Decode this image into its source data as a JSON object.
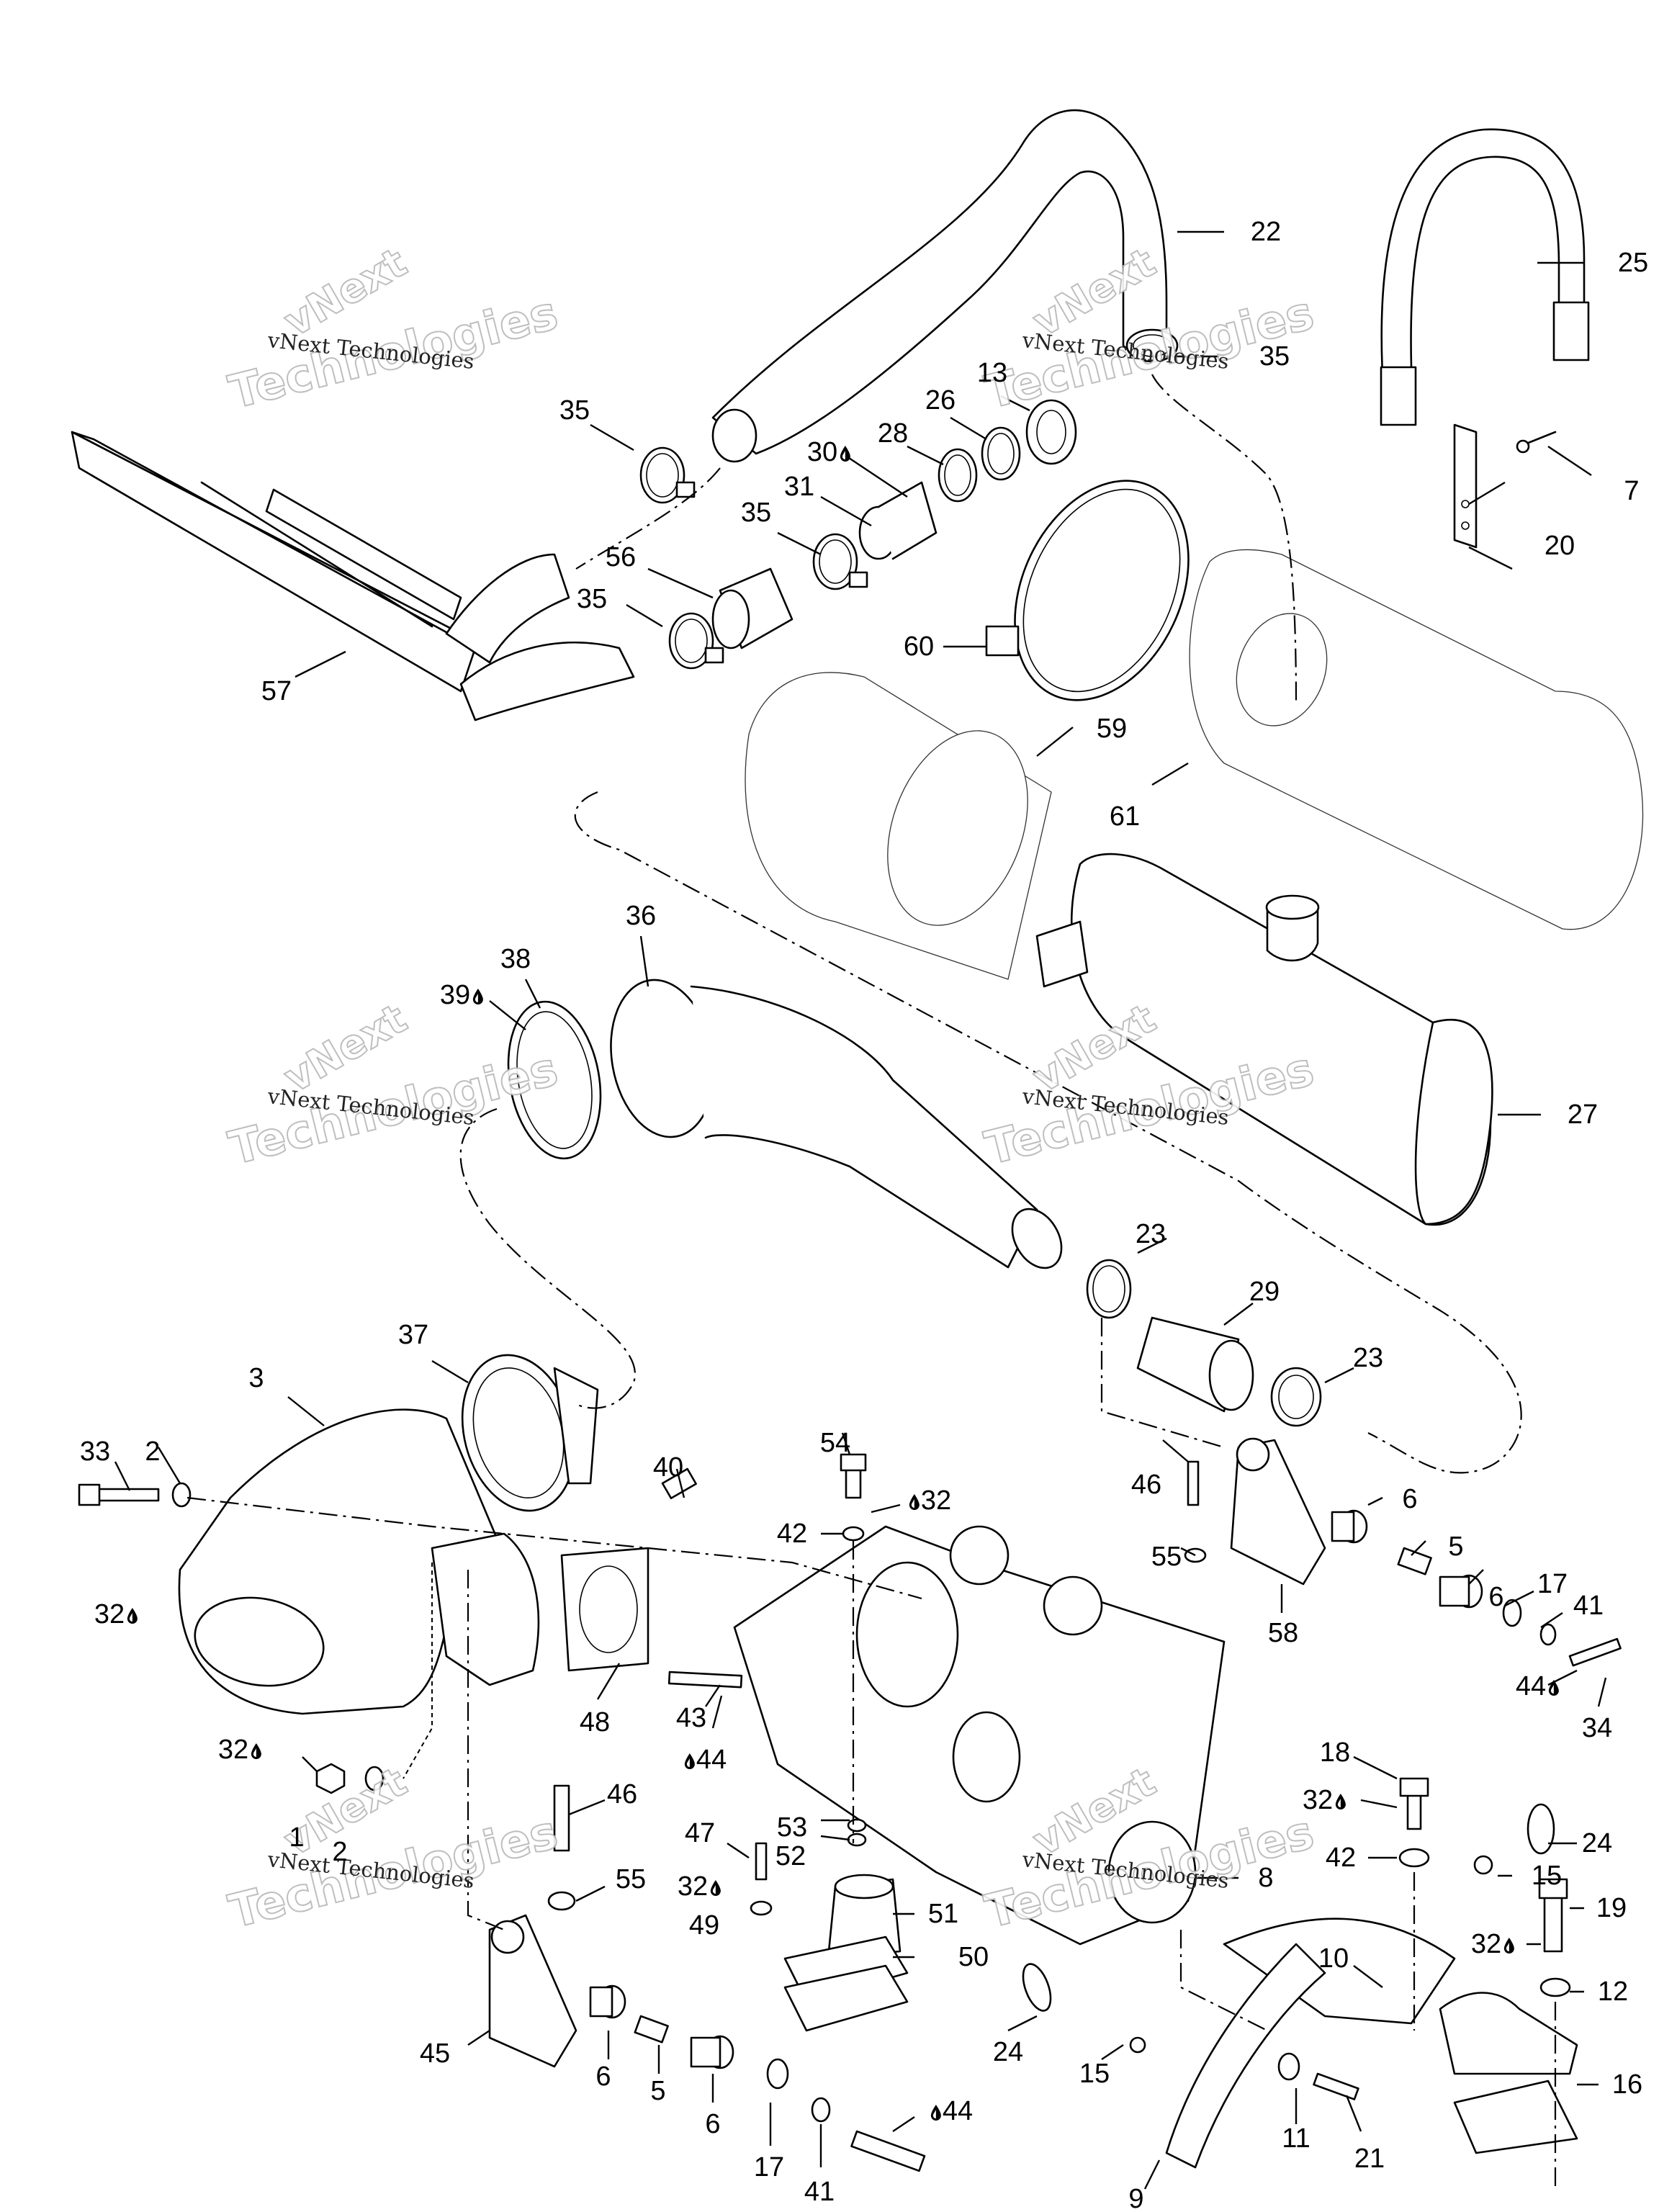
{
  "diagram": {
    "title": "Exhaust system exploded parts diagram",
    "accent_color": "#000000",
    "background_color": "#ffffff",
    "sealant_icon": "drop-icon"
  },
  "watermarks": [
    {
      "line1": "vNext",
      "line2": "Technologies",
      "caption": "vNext Technologies"
    },
    {
      "line1": "vNext",
      "line2": "Technologies",
      "caption": "vNext Technologies"
    },
    {
      "line1": "vNext",
      "line2": "Technologies",
      "caption": "vNext Technologies"
    },
    {
      "line1": "vNext",
      "line2": "Technologies",
      "caption": "vNext Technologies"
    },
    {
      "line1": "vNext",
      "line2": "Technologies",
      "caption": "vNext Technologies"
    },
    {
      "line1": "vNext",
      "line2": "Technologies",
      "caption": "vNext Technologies"
    }
  ],
  "callouts": [
    {
      "id": "c22",
      "label": "22",
      "part": "Exhaust hose (upper bend)",
      "sealant": false
    },
    {
      "id": "c25",
      "label": "25",
      "part": "Retaining strap",
      "sealant": false
    },
    {
      "id": "c35a",
      "label": "35",
      "part": "Hose clamp",
      "sealant": false
    },
    {
      "id": "c13",
      "label": "13",
      "part": "Nut",
      "sealant": false
    },
    {
      "id": "c26",
      "label": "26",
      "part": "Gasket ring",
      "sealant": false
    },
    {
      "id": "c28",
      "label": "28",
      "part": "O-ring",
      "sealant": false
    },
    {
      "id": "c30",
      "label": "30",
      "part": "Sealant point",
      "sealant": true
    },
    {
      "id": "c31",
      "label": "31",
      "part": "Outlet fitting",
      "sealant": false
    },
    {
      "id": "c35b",
      "label": "35",
      "part": "Hose clamp",
      "sealant": false
    },
    {
      "id": "c35c",
      "label": "35",
      "part": "Hose clamp",
      "sealant": false
    },
    {
      "id": "c35d",
      "label": "35",
      "part": "Hose clamp",
      "sealant": false
    },
    {
      "id": "c56",
      "label": "56",
      "part": "Coupler hose",
      "sealant": false
    },
    {
      "id": "c57",
      "label": "57",
      "part": "Tail pipe assembly",
      "sealant": false
    },
    {
      "id": "c7",
      "label": "7",
      "part": "Rivet",
      "sealant": false
    },
    {
      "id": "c20",
      "label": "20",
      "part": "Strap bracket",
      "sealant": false
    },
    {
      "id": "c60",
      "label": "60",
      "part": "Large clamp",
      "sealant": false
    },
    {
      "id": "c59",
      "label": "59",
      "part": "Heat shield",
      "sealant": false
    },
    {
      "id": "c61",
      "label": "61",
      "part": "Resonator cover",
      "sealant": false
    },
    {
      "id": "c27",
      "label": "27",
      "part": "Muffler",
      "sealant": false
    },
    {
      "id": "c36",
      "label": "36",
      "part": "Exhaust pipe",
      "sealant": false
    },
    {
      "id": "c38",
      "label": "38",
      "part": "Gasket",
      "sealant": false
    },
    {
      "id": "c39",
      "label": "39",
      "part": "Sealant point",
      "sealant": true
    },
    {
      "id": "c23a",
      "label": "23",
      "part": "Hose clamp",
      "sealant": false
    },
    {
      "id": "c29",
      "label": "29",
      "part": "Sleeve hose",
      "sealant": false
    },
    {
      "id": "c23b",
      "label": "23",
      "part": "Hose clamp",
      "sealant": false
    },
    {
      "id": "c37",
      "label": "37",
      "part": "V-band clamp",
      "sealant": false
    },
    {
      "id": "c3",
      "label": "3",
      "part": "Exhaust manifold",
      "sealant": false
    },
    {
      "id": "c33",
      "label": "33",
      "part": "Socket screw",
      "sealant": false
    },
    {
      "id": "c2a",
      "label": "2",
      "part": "Washer",
      "sealant": false
    },
    {
      "id": "c32a",
      "label": "32",
      "part": "Sealant point",
      "sealant": true
    },
    {
      "id": "c40",
      "label": "40",
      "part": "Spacer",
      "sealant": false
    },
    {
      "id": "c54",
      "label": "54",
      "part": "Bolt",
      "sealant": false
    },
    {
      "id": "c32b",
      "label": "32",
      "part": "Sealant point",
      "sealant": true
    },
    {
      "id": "c42a",
      "label": "42",
      "part": "Washer",
      "sealant": false
    },
    {
      "id": "c46a",
      "label": "46",
      "part": "Socket screw",
      "sealant": false
    },
    {
      "id": "c6a",
      "label": "6",
      "part": "Bushing",
      "sealant": false
    },
    {
      "id": "c5a",
      "label": "5",
      "part": "Sleeve",
      "sealant": false
    },
    {
      "id": "c6b",
      "label": "6",
      "part": "Bushing",
      "sealant": false
    },
    {
      "id": "c55a",
      "label": "55",
      "part": "Washer",
      "sealant": false
    },
    {
      "id": "c17a",
      "label": "17",
      "part": "Flat washer",
      "sealant": false
    },
    {
      "id": "c41a",
      "label": "41",
      "part": "Lock washer",
      "sealant": false
    },
    {
      "id": "c58",
      "label": "58",
      "part": "Engine support (rear)",
      "sealant": false
    },
    {
      "id": "c44a",
      "label": "44",
      "part": "Sealant point",
      "sealant": true
    },
    {
      "id": "c34",
      "label": "34",
      "part": "Screw",
      "sealant": false
    },
    {
      "id": "c48",
      "label": "48",
      "part": "Manifold gasket",
      "sealant": false
    },
    {
      "id": "c43",
      "label": "43",
      "part": "Stud",
      "sealant": false
    },
    {
      "id": "c44b",
      "label": "44",
      "part": "Sealant point",
      "sealant": true
    },
    {
      "id": "c32c",
      "label": "32",
      "part": "Sealant point",
      "sealant": true
    },
    {
      "id": "c1",
      "label": "1",
      "part": "Nut",
      "sealant": false
    },
    {
      "id": "c2b",
      "label": "2",
      "part": "Washer",
      "sealant": false
    },
    {
      "id": "c46b",
      "label": "46",
      "part": "Socket screw",
      "sealant": false
    },
    {
      "id": "c55b",
      "label": "55",
      "part": "Washer",
      "sealant": false
    },
    {
      "id": "c47",
      "label": "47",
      "part": "Bolt",
      "sealant": false
    },
    {
      "id": "c53",
      "label": "53",
      "part": "Washer",
      "sealant": false
    },
    {
      "id": "c52",
      "label": "52",
      "part": "Lock washer",
      "sealant": false
    },
    {
      "id": "c32d",
      "label": "32",
      "part": "Sealant point",
      "sealant": true
    },
    {
      "id": "c49",
      "label": "49",
      "part": "Washer",
      "sealant": false
    },
    {
      "id": "c51",
      "label": "51",
      "part": "Engine mount",
      "sealant": false
    },
    {
      "id": "c50",
      "label": "50",
      "part": "Shim set",
      "sealant": false
    },
    {
      "id": "c8",
      "label": "8",
      "part": "Engine",
      "sealant": false
    },
    {
      "id": "c18",
      "label": "18",
      "part": "Bolt",
      "sealant": false
    },
    {
      "id": "c32e",
      "label": "32",
      "part": "Sealant point",
      "sealant": true
    },
    {
      "id": "c42b",
      "label": "42",
      "part": "Washer",
      "sealant": false
    },
    {
      "id": "c24a",
      "label": "24",
      "part": "Cable tie",
      "sealant": false
    },
    {
      "id": "c15a",
      "label": "15",
      "part": "Tapping screw",
      "sealant": false
    },
    {
      "id": "c19",
      "label": "19",
      "part": "Bolt",
      "sealant": false
    },
    {
      "id": "c32f",
      "label": "32",
      "part": "Sealant point",
      "sealant": true
    },
    {
      "id": "c12",
      "label": "12",
      "part": "Washer",
      "sealant": false
    },
    {
      "id": "c10",
      "label": "10",
      "part": "Mount pad",
      "sealant": false
    },
    {
      "id": "c16",
      "label": "16",
      "part": "Engine mount (front)",
      "sealant": false
    },
    {
      "id": "c45",
      "label": "45",
      "part": "Engine support (front)",
      "sealant": false
    },
    {
      "id": "c6c",
      "label": "6",
      "part": "Bushing",
      "sealant": false
    },
    {
      "id": "c5b",
      "label": "5",
      "part": "Sleeve",
      "sealant": false
    },
    {
      "id": "c6d",
      "label": "6",
      "part": "Bushing",
      "sealant": false
    },
    {
      "id": "c17b",
      "label": "17",
      "part": "Flat washer",
      "sealant": false
    },
    {
      "id": "c41b",
      "label": "41",
      "part": "Lock washer",
      "sealant": false
    },
    {
      "id": "c44c",
      "label": "44",
      "part": "Sealant point",
      "sealant": true
    },
    {
      "id": "c24b",
      "label": "24",
      "part": "Cable tie",
      "sealant": false
    },
    {
      "id": "c15b",
      "label": "15",
      "part": "Tapping screw",
      "sealant": false
    },
    {
      "id": "c11",
      "label": "11",
      "part": "Washer",
      "sealant": false
    },
    {
      "id": "c21",
      "label": "21",
      "part": "Socket screw",
      "sealant": false
    },
    {
      "id": "c9",
      "label": "9",
      "part": "Support bracket",
      "sealant": false
    }
  ]
}
